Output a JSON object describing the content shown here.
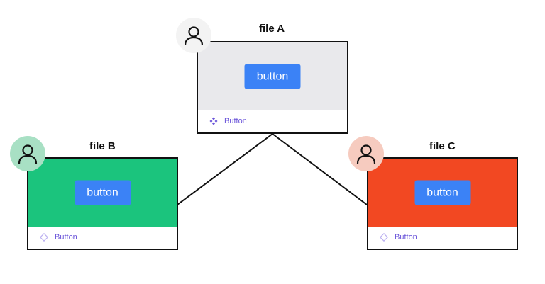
{
  "colors": {
    "border": "#111111",
    "button_bg": "#3b82f6",
    "button_text": "#ffffff",
    "component_text": "#6a54d9",
    "file_a_bg": "#e9e9ec",
    "file_b_bg": "#1bc47d",
    "file_c_bg": "#f24822",
    "avatar_a_bg": "#f3f3f3",
    "avatar_b_bg": "#a8e0c4",
    "avatar_c_bg": "#f6cbbf"
  },
  "files": {
    "a": {
      "label": "file A",
      "button_label": "button",
      "component_name": "Button",
      "component_icon": "main-component-icon",
      "avatar_icon": "user-icon"
    },
    "b": {
      "label": "file B",
      "button_label": "button",
      "component_name": "Button",
      "component_icon": "instance-icon",
      "avatar_icon": "user-icon"
    },
    "c": {
      "label": "file C",
      "button_label": "button",
      "component_name": "Button",
      "component_icon": "instance-icon",
      "avatar_icon": "user-icon"
    }
  }
}
